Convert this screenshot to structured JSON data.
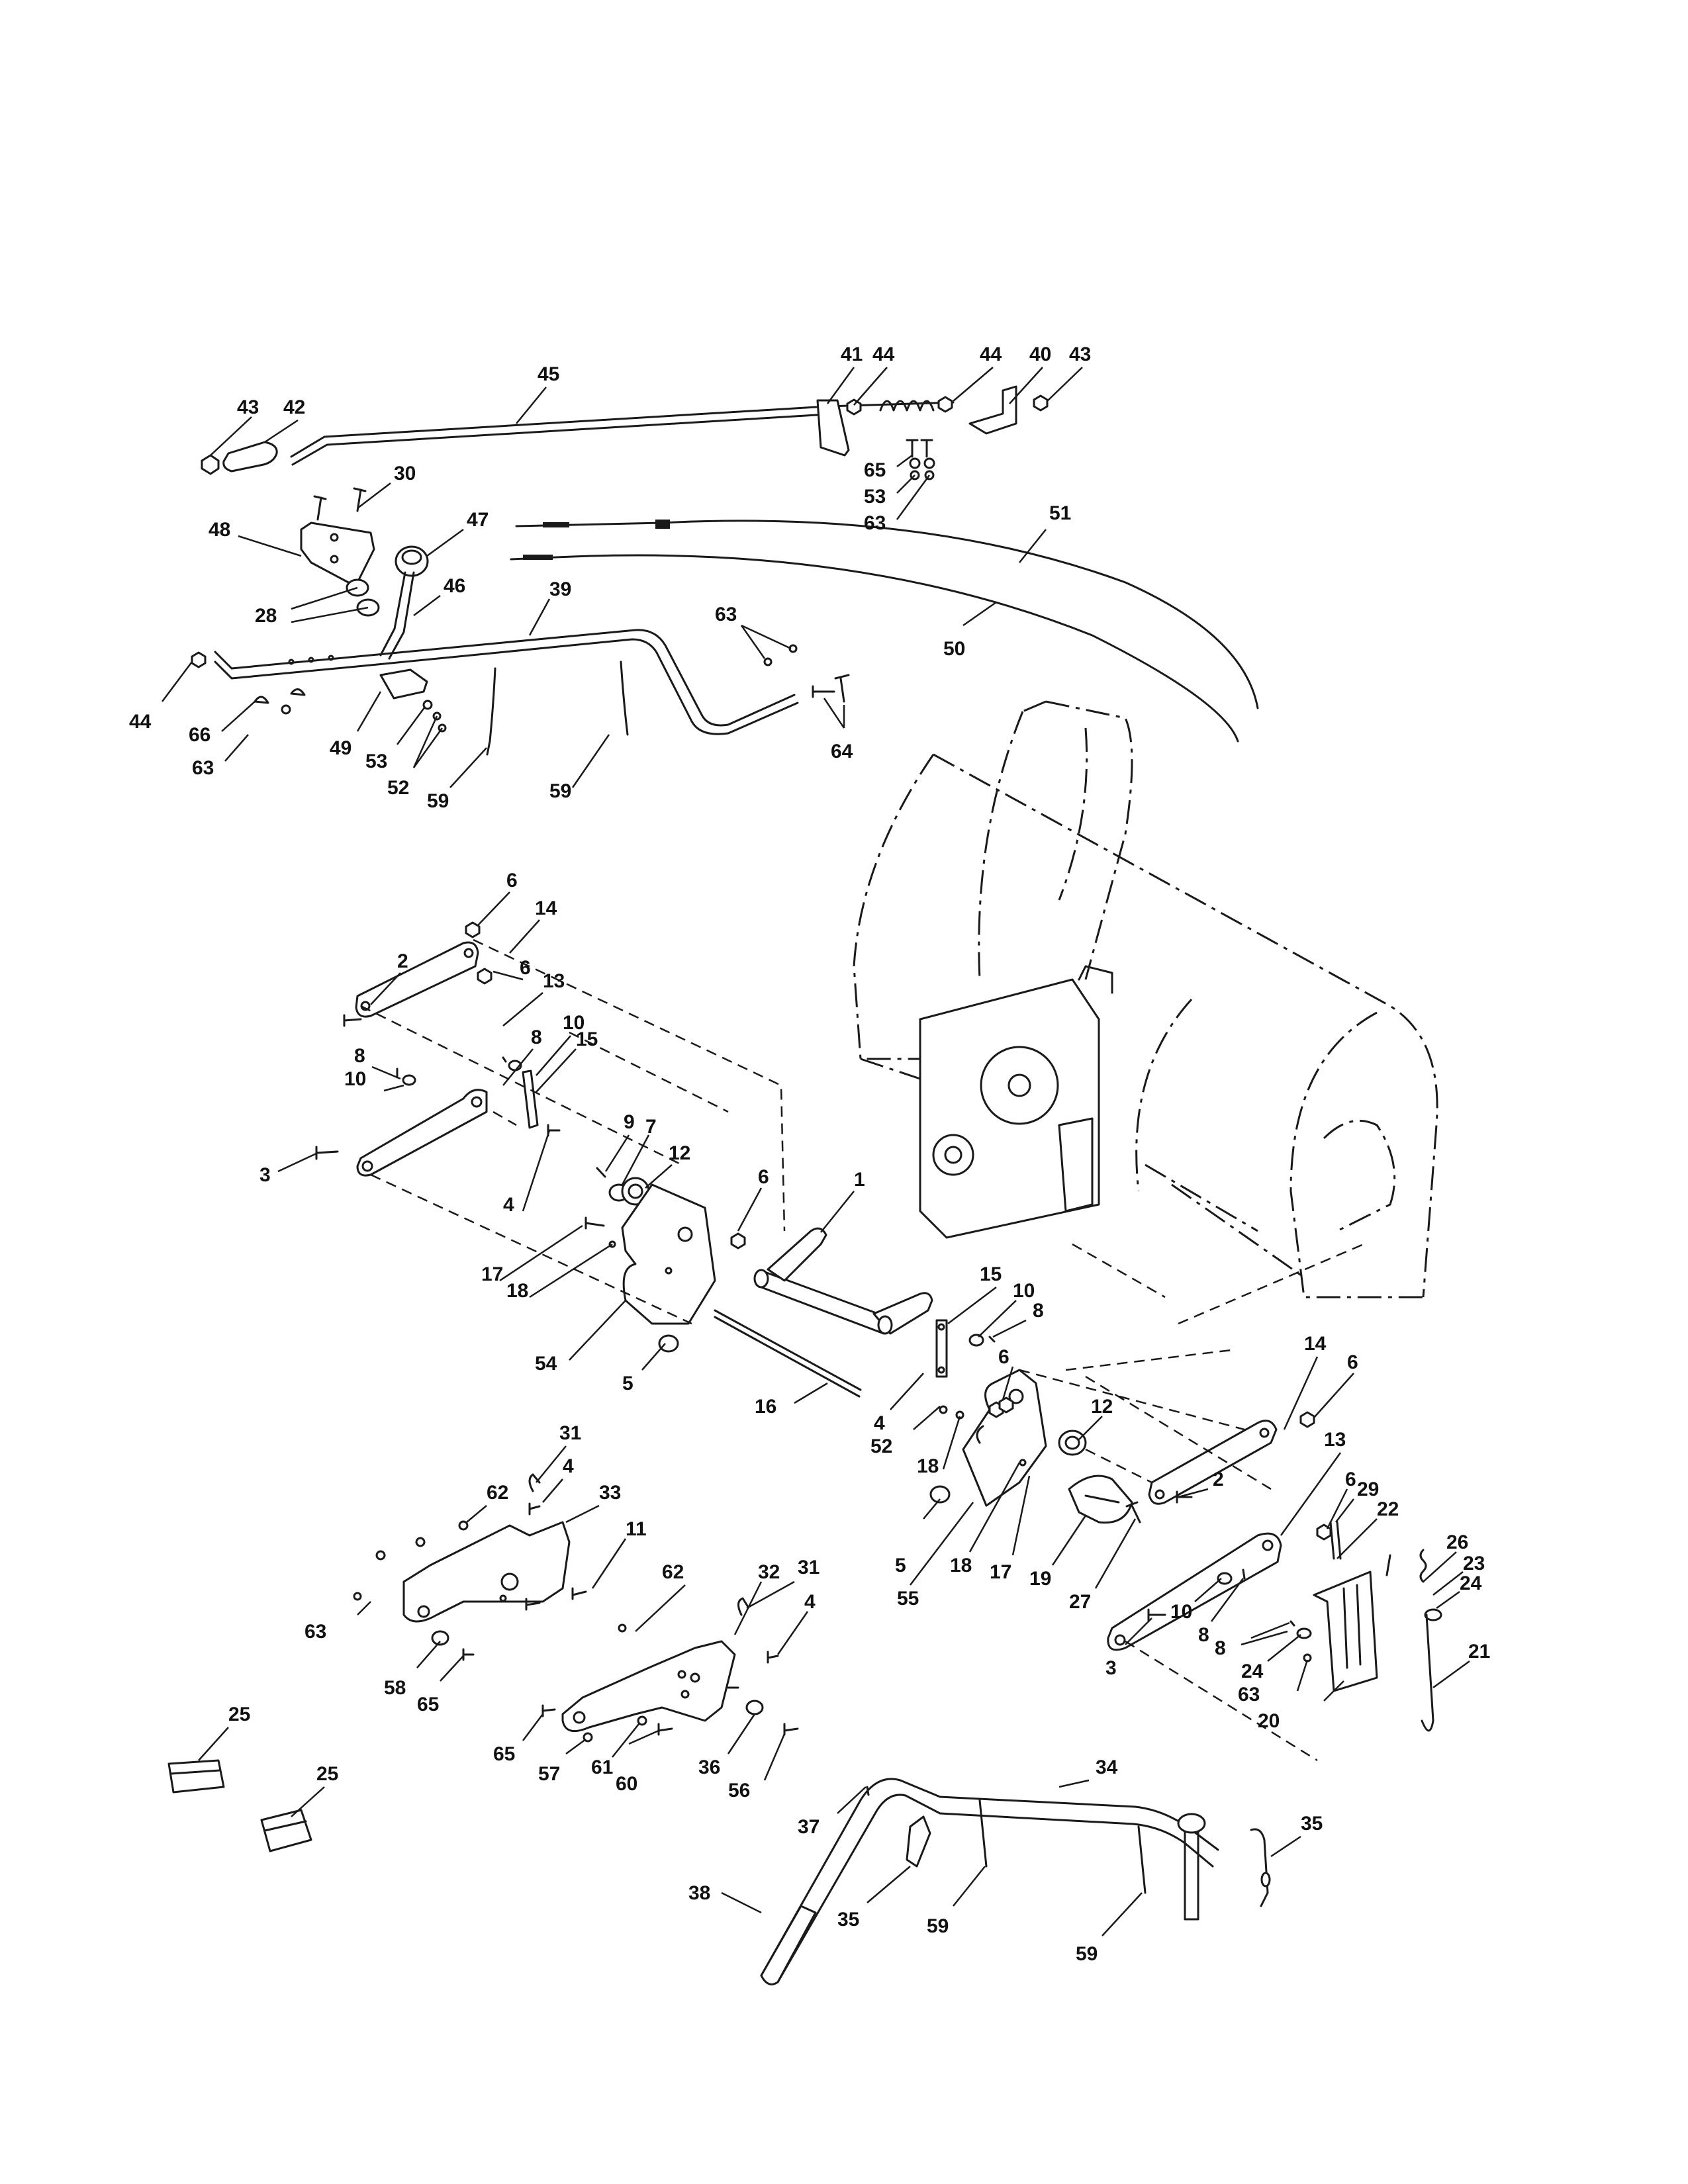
{
  "colors": {
    "line": "#1a1a1a",
    "background": "#ffffff"
  },
  "callouts": [
    {
      "id": "c-45",
      "label": "45"
    },
    {
      "id": "c-43a",
      "label": "43"
    },
    {
      "id": "c-42",
      "label": "42"
    },
    {
      "id": "c-41",
      "label": "41"
    },
    {
      "id": "c-44a",
      "label": "44"
    },
    {
      "id": "c-44b",
      "label": "44"
    },
    {
      "id": "c-40",
      "label": "40"
    },
    {
      "id": "c-43b",
      "label": "43"
    },
    {
      "id": "c-65a",
      "label": "65"
    },
    {
      "id": "c-53a",
      "label": "53"
    },
    {
      "id": "c-63a",
      "label": "63"
    },
    {
      "id": "c-30",
      "label": "30"
    },
    {
      "id": "c-51",
      "label": "51"
    },
    {
      "id": "c-48",
      "label": "48"
    },
    {
      "id": "c-47",
      "label": "47"
    },
    {
      "id": "c-46",
      "label": "46"
    },
    {
      "id": "c-39",
      "label": "39"
    },
    {
      "id": "c-28",
      "label": "28"
    },
    {
      "id": "c-63b",
      "label": "63"
    },
    {
      "id": "c-50",
      "label": "50"
    },
    {
      "id": "c-44c",
      "label": "44"
    },
    {
      "id": "c-66",
      "label": "66"
    },
    {
      "id": "c-63c",
      "label": "63"
    },
    {
      "id": "c-49",
      "label": "49"
    },
    {
      "id": "c-53b",
      "label": "53"
    },
    {
      "id": "c-52a",
      "label": "52"
    },
    {
      "id": "c-59a",
      "label": "59"
    },
    {
      "id": "c-59b",
      "label": "59"
    },
    {
      "id": "c-64",
      "label": "64"
    },
    {
      "id": "c-6a",
      "label": "6"
    },
    {
      "id": "c-14a",
      "label": "14"
    },
    {
      "id": "c-2a",
      "label": "2"
    },
    {
      "id": "c-6b",
      "label": "6"
    },
    {
      "id": "c-13a",
      "label": "13"
    },
    {
      "id": "c-10a",
      "label": "10"
    },
    {
      "id": "c-8a",
      "label": "8"
    },
    {
      "id": "c-15a",
      "label": "15"
    },
    {
      "id": "c-8b",
      "label": "8"
    },
    {
      "id": "c-10b",
      "label": "10"
    },
    {
      "id": "c-3a",
      "label": "3"
    },
    {
      "id": "c-9",
      "label": "9"
    },
    {
      "id": "c-7",
      "label": "7"
    },
    {
      "id": "c-12a",
      "label": "12"
    },
    {
      "id": "c-4a",
      "label": "4"
    },
    {
      "id": "c-6c",
      "label": "6"
    },
    {
      "id": "c-1",
      "label": "1"
    },
    {
      "id": "c-17a",
      "label": "17"
    },
    {
      "id": "c-18a",
      "label": "18"
    },
    {
      "id": "c-15b",
      "label": "15"
    },
    {
      "id": "c-10c",
      "label": "10"
    },
    {
      "id": "c-8c",
      "label": "8"
    },
    {
      "id": "c-54",
      "label": "54"
    },
    {
      "id": "c-5a",
      "label": "5"
    },
    {
      "id": "c-14b",
      "label": "14"
    },
    {
      "id": "c-6d",
      "label": "6"
    },
    {
      "id": "c-6e",
      "label": "6"
    },
    {
      "id": "c-16",
      "label": "16"
    },
    {
      "id": "c-4b",
      "label": "4"
    },
    {
      "id": "c-52b",
      "label": "52"
    },
    {
      "id": "c-12b",
      "label": "12"
    },
    {
      "id": "c-13b",
      "label": "13"
    },
    {
      "id": "c-6f",
      "label": "6"
    },
    {
      "id": "c-31a",
      "label": "31"
    },
    {
      "id": "c-62a",
      "label": "62"
    },
    {
      "id": "c-4c",
      "label": "4"
    },
    {
      "id": "c-33",
      "label": "33"
    },
    {
      "id": "c-18b",
      "label": "18"
    },
    {
      "id": "c-2b",
      "label": "2"
    },
    {
      "id": "c-29",
      "label": "29"
    },
    {
      "id": "c-22",
      "label": "22"
    },
    {
      "id": "c-11",
      "label": "11"
    },
    {
      "id": "c-5b",
      "label": "5"
    },
    {
      "id": "c-18c",
      "label": "18"
    },
    {
      "id": "c-17b",
      "label": "17"
    },
    {
      "id": "c-19",
      "label": "19"
    },
    {
      "id": "c-27",
      "label": "27"
    },
    {
      "id": "c-55",
      "label": "55"
    },
    {
      "id": "c-10d",
      "label": "10"
    },
    {
      "id": "c-8d",
      "label": "8"
    },
    {
      "id": "c-26",
      "label": "26"
    },
    {
      "id": "c-23",
      "label": "23"
    },
    {
      "id": "c-24a",
      "label": "24"
    },
    {
      "id": "c-63d",
      "label": "63"
    },
    {
      "id": "c-62b",
      "label": "62"
    },
    {
      "id": "c-32",
      "label": "32"
    },
    {
      "id": "c-31b",
      "label": "31"
    },
    {
      "id": "c-21",
      "label": "21"
    },
    {
      "id": "c-4d",
      "label": "4"
    },
    {
      "id": "c-8e",
      "label": "8"
    },
    {
      "id": "c-24b",
      "label": "24"
    },
    {
      "id": "c-3b",
      "label": "3"
    },
    {
      "id": "c-63e",
      "label": "63"
    },
    {
      "id": "c-58",
      "label": "58"
    },
    {
      "id": "c-65b",
      "label": "65"
    },
    {
      "id": "c-20",
      "label": "20"
    },
    {
      "id": "c-25a",
      "label": "25"
    },
    {
      "id": "c-65c",
      "label": "65"
    },
    {
      "id": "c-57",
      "label": "57"
    },
    {
      "id": "c-61",
      "label": "61"
    },
    {
      "id": "c-60",
      "label": "60"
    },
    {
      "id": "c-36",
      "label": "36"
    },
    {
      "id": "c-56",
      "label": "56"
    },
    {
      "id": "c-25b",
      "label": "25"
    },
    {
      "id": "c-34",
      "label": "34"
    },
    {
      "id": "c-35a",
      "label": "35"
    },
    {
      "id": "c-37",
      "label": "37"
    },
    {
      "id": "c-38",
      "label": "38"
    },
    {
      "id": "c-35b",
      "label": "35"
    },
    {
      "id": "c-59c",
      "label": "59"
    },
    {
      "id": "c-59d",
      "label": "59"
    }
  ]
}
